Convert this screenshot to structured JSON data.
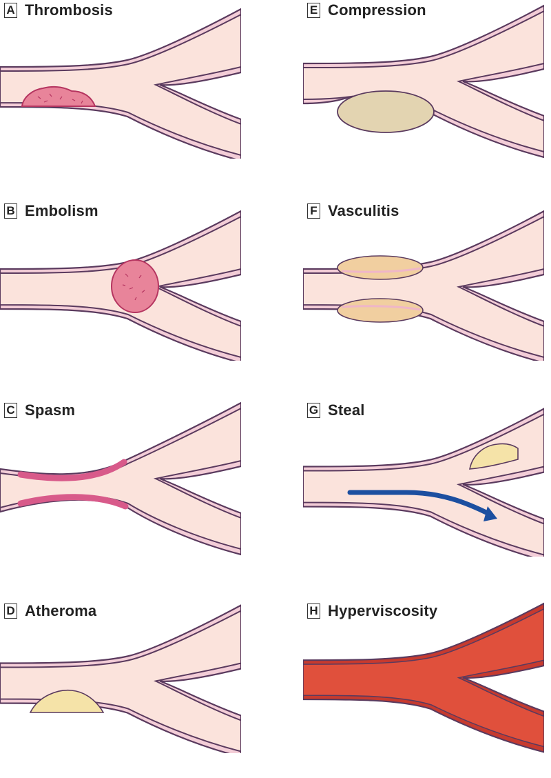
{
  "panels": [
    {
      "letter": "A",
      "title": "Thrombosis"
    },
    {
      "letter": "B",
      "title": "Embolism"
    },
    {
      "letter": "C",
      "title": "Spasm"
    },
    {
      "letter": "D",
      "title": "Atheroma"
    },
    {
      "letter": "E",
      "title": "Compression"
    },
    {
      "letter": "F",
      "title": "Vasculitis"
    },
    {
      "letter": "G",
      "title": "Steal"
    },
    {
      "letter": "H",
      "title": "Hyperviscosity"
    }
  ],
  "colors": {
    "vessel_wall": "#5a3a5e",
    "wall_fill": "#f3cdd7",
    "lumen": "#fbe3dc",
    "thrombus": "#e8849a",
    "plaque": "#f5e3a8",
    "compression_mass": "#e3d4b1",
    "spasm_wall": "#d85a8a",
    "steal_arrow": "#1c4fa0",
    "hyperviscous_blood": "#e0503c"
  }
}
